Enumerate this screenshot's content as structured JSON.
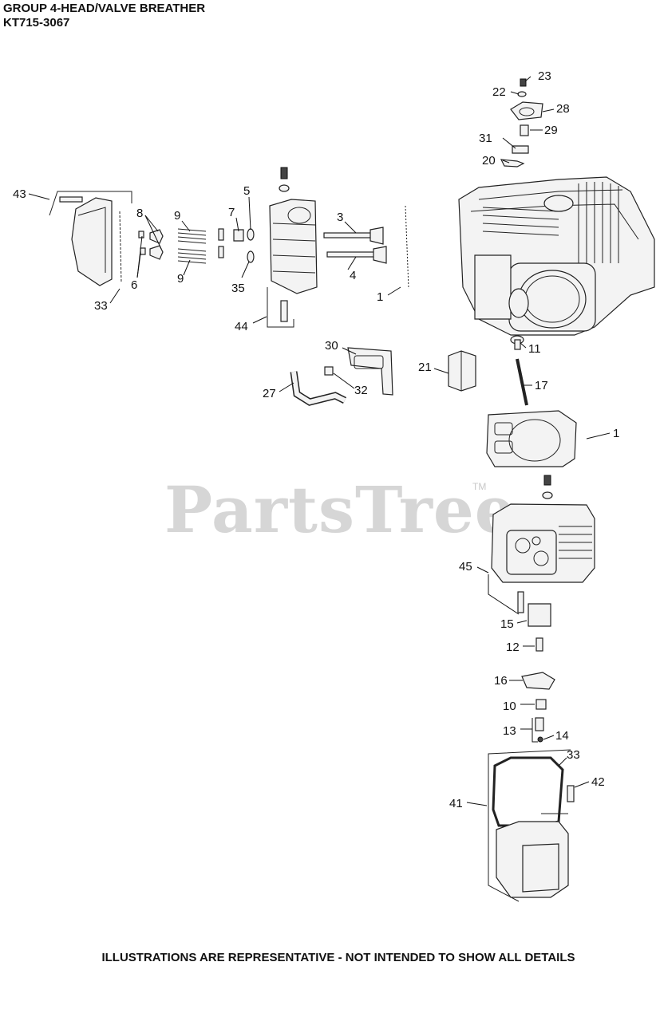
{
  "header": {
    "title": "GROUP 4-HEAD/VALVE BREATHER",
    "model": "KT715-3067"
  },
  "watermark": {
    "text": "PartsTree",
    "trademark": "TM"
  },
  "footer": {
    "disclaimer": "ILLUSTRATIONS ARE REPRESENTATIVE - NOT INTENDED TO SHOW ALL DETAILS"
  },
  "callouts": [
    "1",
    "1",
    "3",
    "4",
    "5",
    "6",
    "7",
    "8",
    "9",
    "9",
    "10",
    "11",
    "12",
    "13",
    "14",
    "15",
    "16",
    "17",
    "20",
    "21",
    "22",
    "23",
    "27",
    "28",
    "29",
    "30",
    "31",
    "32",
    "33",
    "33",
    "35",
    "41",
    "42",
    "43",
    "44",
    "45"
  ],
  "colors": {
    "line": "#222222",
    "watermark": "#d6d6d6",
    "background": "#ffffff"
  }
}
